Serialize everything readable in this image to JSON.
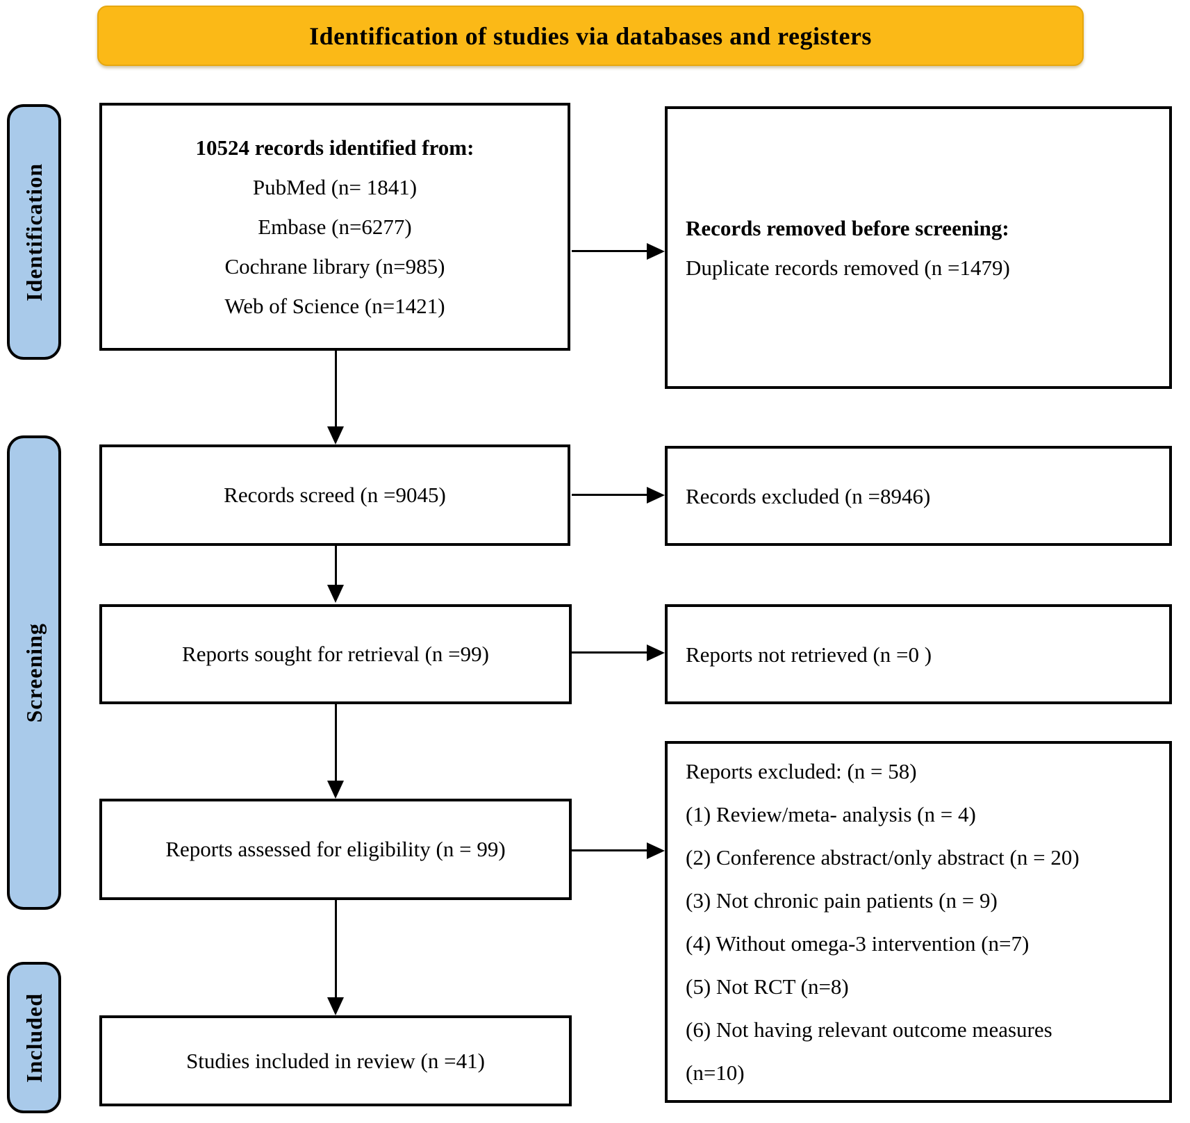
{
  "banner": {
    "title": "Identification of studies via databases and registers"
  },
  "sidebar": {
    "identification_label": "Identification",
    "screening_label": "Screening",
    "included_label": "Included"
  },
  "flow": {
    "identified": {
      "heading": "10524 records identified from:",
      "sources": [
        "PubMed (n= 1841)",
        "Embase (n=6277)",
        "Cochrane library (n=985)",
        "Web of Science (n=1421)"
      ]
    },
    "removed_before_screening": {
      "heading": "Records removed before screening:",
      "detail": "Duplicate records removed (n =1479)"
    },
    "records_screened": "Records screed (n =9045)",
    "records_excluded": "Records excluded (n =8946)",
    "reports_sought": "Reports sought for retrieval (n =99)",
    "reports_not_retrieved": "Reports not retrieved (n =0 )",
    "reports_assessed": "Reports assessed for eligibility (n = 99)",
    "reports_excluded": {
      "lines": [
        "Reports excluded: (n = 58)",
        "(1) Review/meta- analysis (n = 4)",
        "(2) Conference abstract/only abstract (n = 20)",
        "(3) Not chronic pain patients (n = 9)",
        "(4) Without omega-3 intervention (n=7)",
        "(5) Not RCT (n=8)",
        "(6) Not having relevant outcome measures",
        "(n=10)"
      ]
    },
    "studies_included": "Studies included in review (n =41)"
  },
  "colors": {
    "banner_bg": "#FBB917",
    "rail_bg": "#A9CAEA",
    "line": "#000000"
  }
}
